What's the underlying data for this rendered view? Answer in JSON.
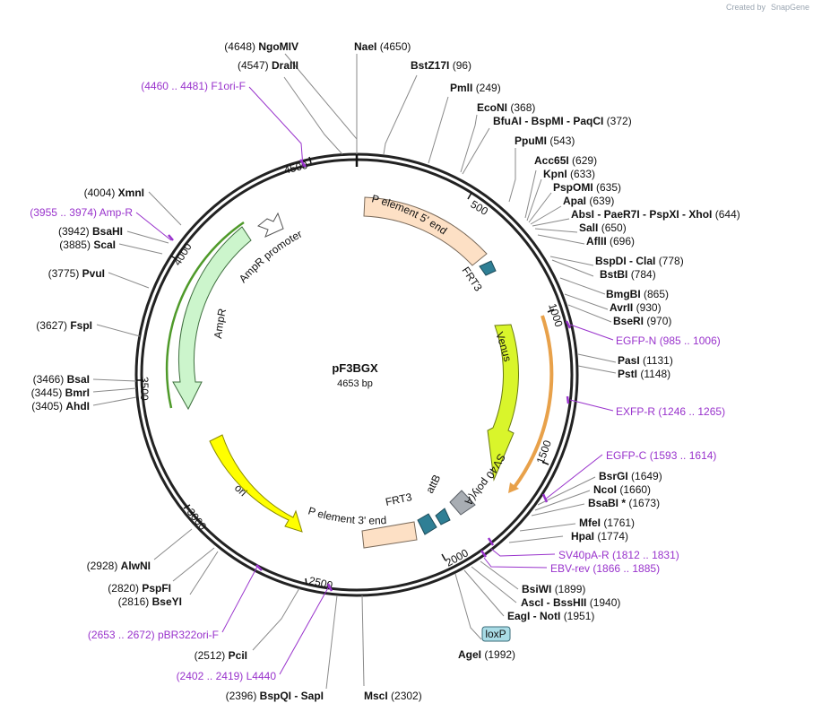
{
  "plasmid": {
    "name": "pF3BGX",
    "length_label": "4653 bp",
    "length": 4653
  },
  "credit": {
    "prefix": "Created by",
    "brand": "SnapGene"
  },
  "colors": {
    "feature_peach": "#fde0c5",
    "feature_green": "#ccf5cc",
    "feature_yellow": "#ffff00",
    "feature_lime": "#d9f52b",
    "feature_teal": "#2f7f95",
    "feature_gray": "#a8adb3",
    "primer": "#9933cc",
    "loxp": "#a9dce6"
  },
  "ticks": [
    "500",
    "1000",
    "1500",
    "2000",
    "2500",
    "3000",
    "3500",
    "4000",
    "4500"
  ],
  "features": [
    {
      "label": "P element 5' end"
    },
    {
      "label": "FRT3"
    },
    {
      "label": "Venus"
    },
    {
      "label": "SV40 poly(A) signal"
    },
    {
      "label": "attB"
    },
    {
      "label": "FRT3"
    },
    {
      "label": "P element 3' end"
    },
    {
      "label": "ori"
    },
    {
      "label": "AmpR"
    },
    {
      "label": "AmpR promoter"
    }
  ],
  "sites": [
    {
      "pre": "(4648)",
      "name": "NgoMIV",
      "post": ""
    },
    {
      "pre": "",
      "name": "NaeI",
      "post": "(4650)"
    },
    {
      "pre": "(4547)",
      "name": "DraIII",
      "post": ""
    },
    {
      "pre": "",
      "name": "BstZ17I",
      "post": "(96)"
    },
    {
      "pre": "",
      "name": "PmlI",
      "post": "(249)"
    },
    {
      "pre": "",
      "name": "EcoNI",
      "post": "(368)"
    },
    {
      "pre": "",
      "name": "BfuAI  - BspMI  - PaqCI",
      "post": "(372)"
    },
    {
      "pre": "",
      "name": "PpuMI",
      "post": "(543)"
    },
    {
      "pre": "",
      "name": "Acc65I",
      "post": "(629)"
    },
    {
      "pre": "",
      "name": "KpnI",
      "post": "(633)"
    },
    {
      "pre": "",
      "name": "PspOMI",
      "post": "(635)"
    },
    {
      "pre": "",
      "name": "ApaI",
      "post": "(639)"
    },
    {
      "pre": "",
      "name": "AbsI  - PaeR7I  - PspXI  - XhoI",
      "post": "(644)"
    },
    {
      "pre": "",
      "name": "SalI",
      "post": "(650)"
    },
    {
      "pre": "",
      "name": "AflII",
      "post": "(696)"
    },
    {
      "pre": "",
      "name": "BspDI  - ClaI",
      "post": "(778)"
    },
    {
      "pre": "",
      "name": "BstBI",
      "post": "(784)"
    },
    {
      "pre": "",
      "name": "BmgBI",
      "post": "(865)"
    },
    {
      "pre": "",
      "name": "AvrII",
      "post": "(930)"
    },
    {
      "pre": "",
      "name": "BseRI",
      "post": "(970)"
    },
    {
      "pre": "",
      "name": "PasI",
      "post": "(1131)"
    },
    {
      "pre": "",
      "name": "PstI",
      "post": "(1148)"
    },
    {
      "pre": "",
      "name": "BsrGI",
      "post": "(1649)"
    },
    {
      "pre": "",
      "name": "NcoI",
      "post": "(1660)"
    },
    {
      "pre": "",
      "name": "BsaBI *",
      "post": "(1673)"
    },
    {
      "pre": "",
      "name": "MfeI",
      "post": "(1761)"
    },
    {
      "pre": "",
      "name": "HpaI",
      "post": "(1774)"
    },
    {
      "pre": "",
      "name": "BsiWI",
      "post": "(1899)"
    },
    {
      "pre": "",
      "name": "AscI  - BssHII",
      "post": "(1940)"
    },
    {
      "pre": "",
      "name": "EagI  - NotI",
      "post": "(1951)"
    },
    {
      "pre": "",
      "name": "AgeI",
      "post": "(1992)"
    },
    {
      "pre": "",
      "name": "MscI",
      "post": "(2302)"
    },
    {
      "pre": "(2396)",
      "name": "BspQI  - SapI",
      "post": ""
    },
    {
      "pre": "(2512)",
      "name": "PciI",
      "post": ""
    },
    {
      "pre": "(2816)",
      "name": "BseYI",
      "post": ""
    },
    {
      "pre": "(2820)",
      "name": "PspFI",
      "post": ""
    },
    {
      "pre": "(2928)",
      "name": "AlwNI",
      "post": ""
    },
    {
      "pre": "(3405)",
      "name": "AhdI",
      "post": ""
    },
    {
      "pre": "(3445)",
      "name": "BmrI",
      "post": ""
    },
    {
      "pre": "(3466)",
      "name": "BsaI",
      "post": ""
    },
    {
      "pre": "(3627)",
      "name": "FspI",
      "post": ""
    },
    {
      "pre": "(3775)",
      "name": "PvuI",
      "post": ""
    },
    {
      "pre": "(3885)",
      "name": "ScaI",
      "post": ""
    },
    {
      "pre": "(3942)",
      "name": "BsaHI",
      "post": ""
    },
    {
      "pre": "(4004)",
      "name": "XmnI",
      "post": ""
    }
  ],
  "primers": [
    {
      "pre": "(4460 .. 4481)",
      "name": "F1ori-F",
      "post": ""
    },
    {
      "pre": "(3955 .. 3974)",
      "name": "Amp-R",
      "post": ""
    },
    {
      "pre": "",
      "name": "EGFP-N",
      "post": "(985 .. 1006)"
    },
    {
      "pre": "",
      "name": "EXFP-R",
      "post": "(1246 .. 1265)"
    },
    {
      "pre": "",
      "name": "EGFP-C",
      "post": "(1593 .. 1614)"
    },
    {
      "pre": "",
      "name": "SV40pA-R",
      "post": "(1812 .. 1831)"
    },
    {
      "pre": "",
      "name": "EBV-rev",
      "post": "(1866 .. 1885)"
    },
    {
      "pre": "(2653 .. 2672)",
      "name": "pBR322ori-F",
      "post": ""
    },
    {
      "pre": "(2402 .. 2419)",
      "name": "L4440",
      "post": ""
    }
  ],
  "loxp": {
    "label": "loxP"
  }
}
